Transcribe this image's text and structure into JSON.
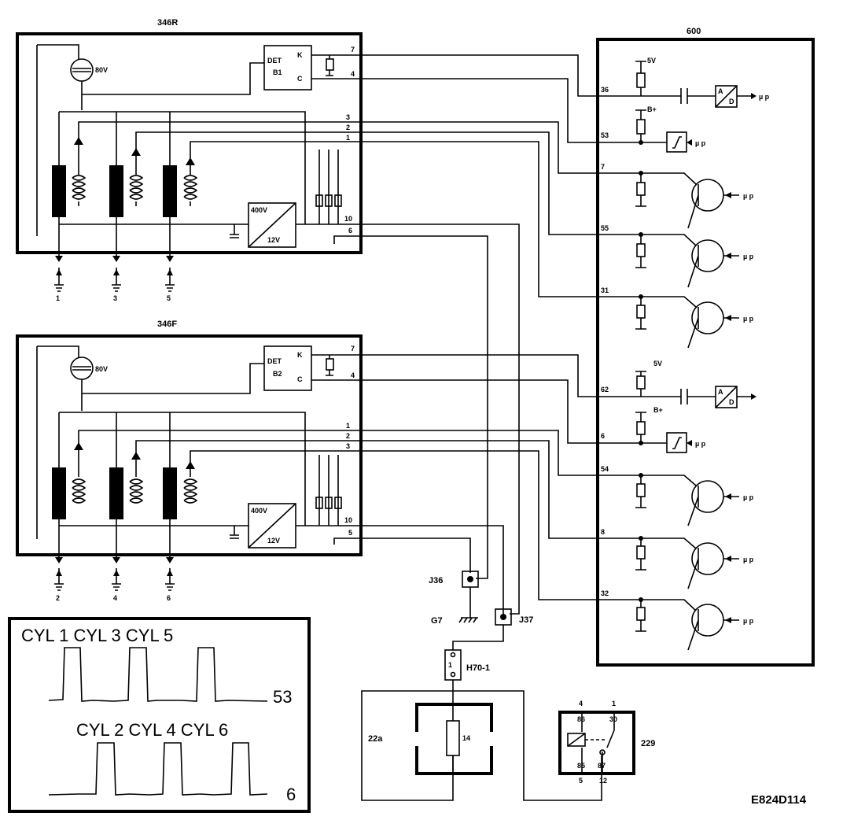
{
  "modules": {
    "r": {
      "name": "346R",
      "neon": "80V",
      "det_name": "DET",
      "det_id": "B1",
      "det_k": "K",
      "det_c": "C",
      "transformer_in": "400V",
      "transformer_out": "12V",
      "grounds": [
        "1",
        "3",
        "5"
      ],
      "pins": {
        "p7": "7",
        "p4": "4",
        "p3": "3",
        "p2": "2",
        "p1": "1",
        "p10": "10",
        "p6": "6"
      }
    },
    "f": {
      "name": "346F",
      "neon": "80V",
      "det_name": "DET",
      "det_id": "B2",
      "det_k": "K",
      "det_c": "C",
      "transformer_in": "400V",
      "transformer_out": "12V",
      "grounds": [
        "2",
        "4",
        "6"
      ],
      "pins": {
        "p7": "7",
        "p4": "4",
        "p1": "1",
        "p2": "2",
        "p3": "3",
        "p10": "10",
        "p5": "5"
      }
    }
  },
  "ecu": {
    "name": "600",
    "supply_5v": "5V",
    "supply_bplus": "B+",
    "ad_a": "A",
    "ad_d": "D",
    "mu_p": "µ p",
    "pins": {
      "p36": "36",
      "p53": "53",
      "p7": "7",
      "p55": "55",
      "p31": "31",
      "p62": "62",
      "p6": "6",
      "p54": "54",
      "p8": "8",
      "p32": "32"
    }
  },
  "connectors": {
    "j36": "J36",
    "j37": "J37",
    "g7": "G7",
    "h70": "H70-1",
    "h70_pin": "1"
  },
  "components": {
    "c22a": "22a",
    "c22a_pin": "14",
    "relay": "229",
    "relay_86": "86",
    "relay_30": "30",
    "relay_85": "85",
    "relay_87": "87",
    "relay_4": "4",
    "relay_1": "1",
    "relay_5": "5",
    "relay_12": "12"
  },
  "waveform": {
    "row1": "CYL 1 CYL 3 CYL 5",
    "row1_pin": "53",
    "row2": "CYL 2 CYL 4 CYL 6",
    "row2_pin": "6"
  },
  "figure_id": "E824D114"
}
